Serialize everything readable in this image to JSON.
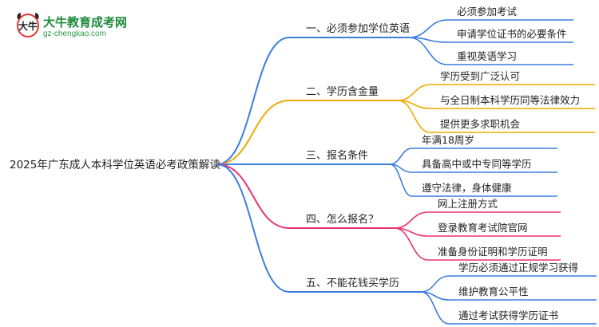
{
  "logo": {
    "title": "大牛教育成考网",
    "url": "gz-chengkao.com",
    "mark_text": "大牛"
  },
  "root": "2025年广东成人本科学位英语必考政策解读",
  "colors": {
    "blue": "#3b7de0",
    "orange": "#f2a900",
    "pink": "#e8336d",
    "purple": "#6f3ec9",
    "text": "#222222"
  },
  "branches": [
    {
      "label": "一、必须参加学位英语",
      "color": "blue",
      "children": [
        "必须参加考试",
        "申请学位证书的必要条件",
        "重视英语学习"
      ]
    },
    {
      "label": "二、学历含金量",
      "color": "orange",
      "children": [
        "学历受到广泛认可",
        "与全日制本科学历同等法律效力",
        "提供更多求职机会"
      ]
    },
    {
      "label": "三、报名条件",
      "color": "blue",
      "children": [
        "年满18周岁",
        "具备高中或中专同等学历",
        "遵守法律，身体健康"
      ]
    },
    {
      "label": "四、怎么报名？",
      "color": "pink",
      "children": [
        "网上注册方式",
        "登录教育考试院官网",
        "准备身份证明和学历证明"
      ]
    },
    {
      "label": "五、不能花钱买学历",
      "color": "blue",
      "children": [
        "学历必须通过正规学习获得",
        "维护教育公平性",
        "通过考试获得学历证书"
      ]
    }
  ]
}
